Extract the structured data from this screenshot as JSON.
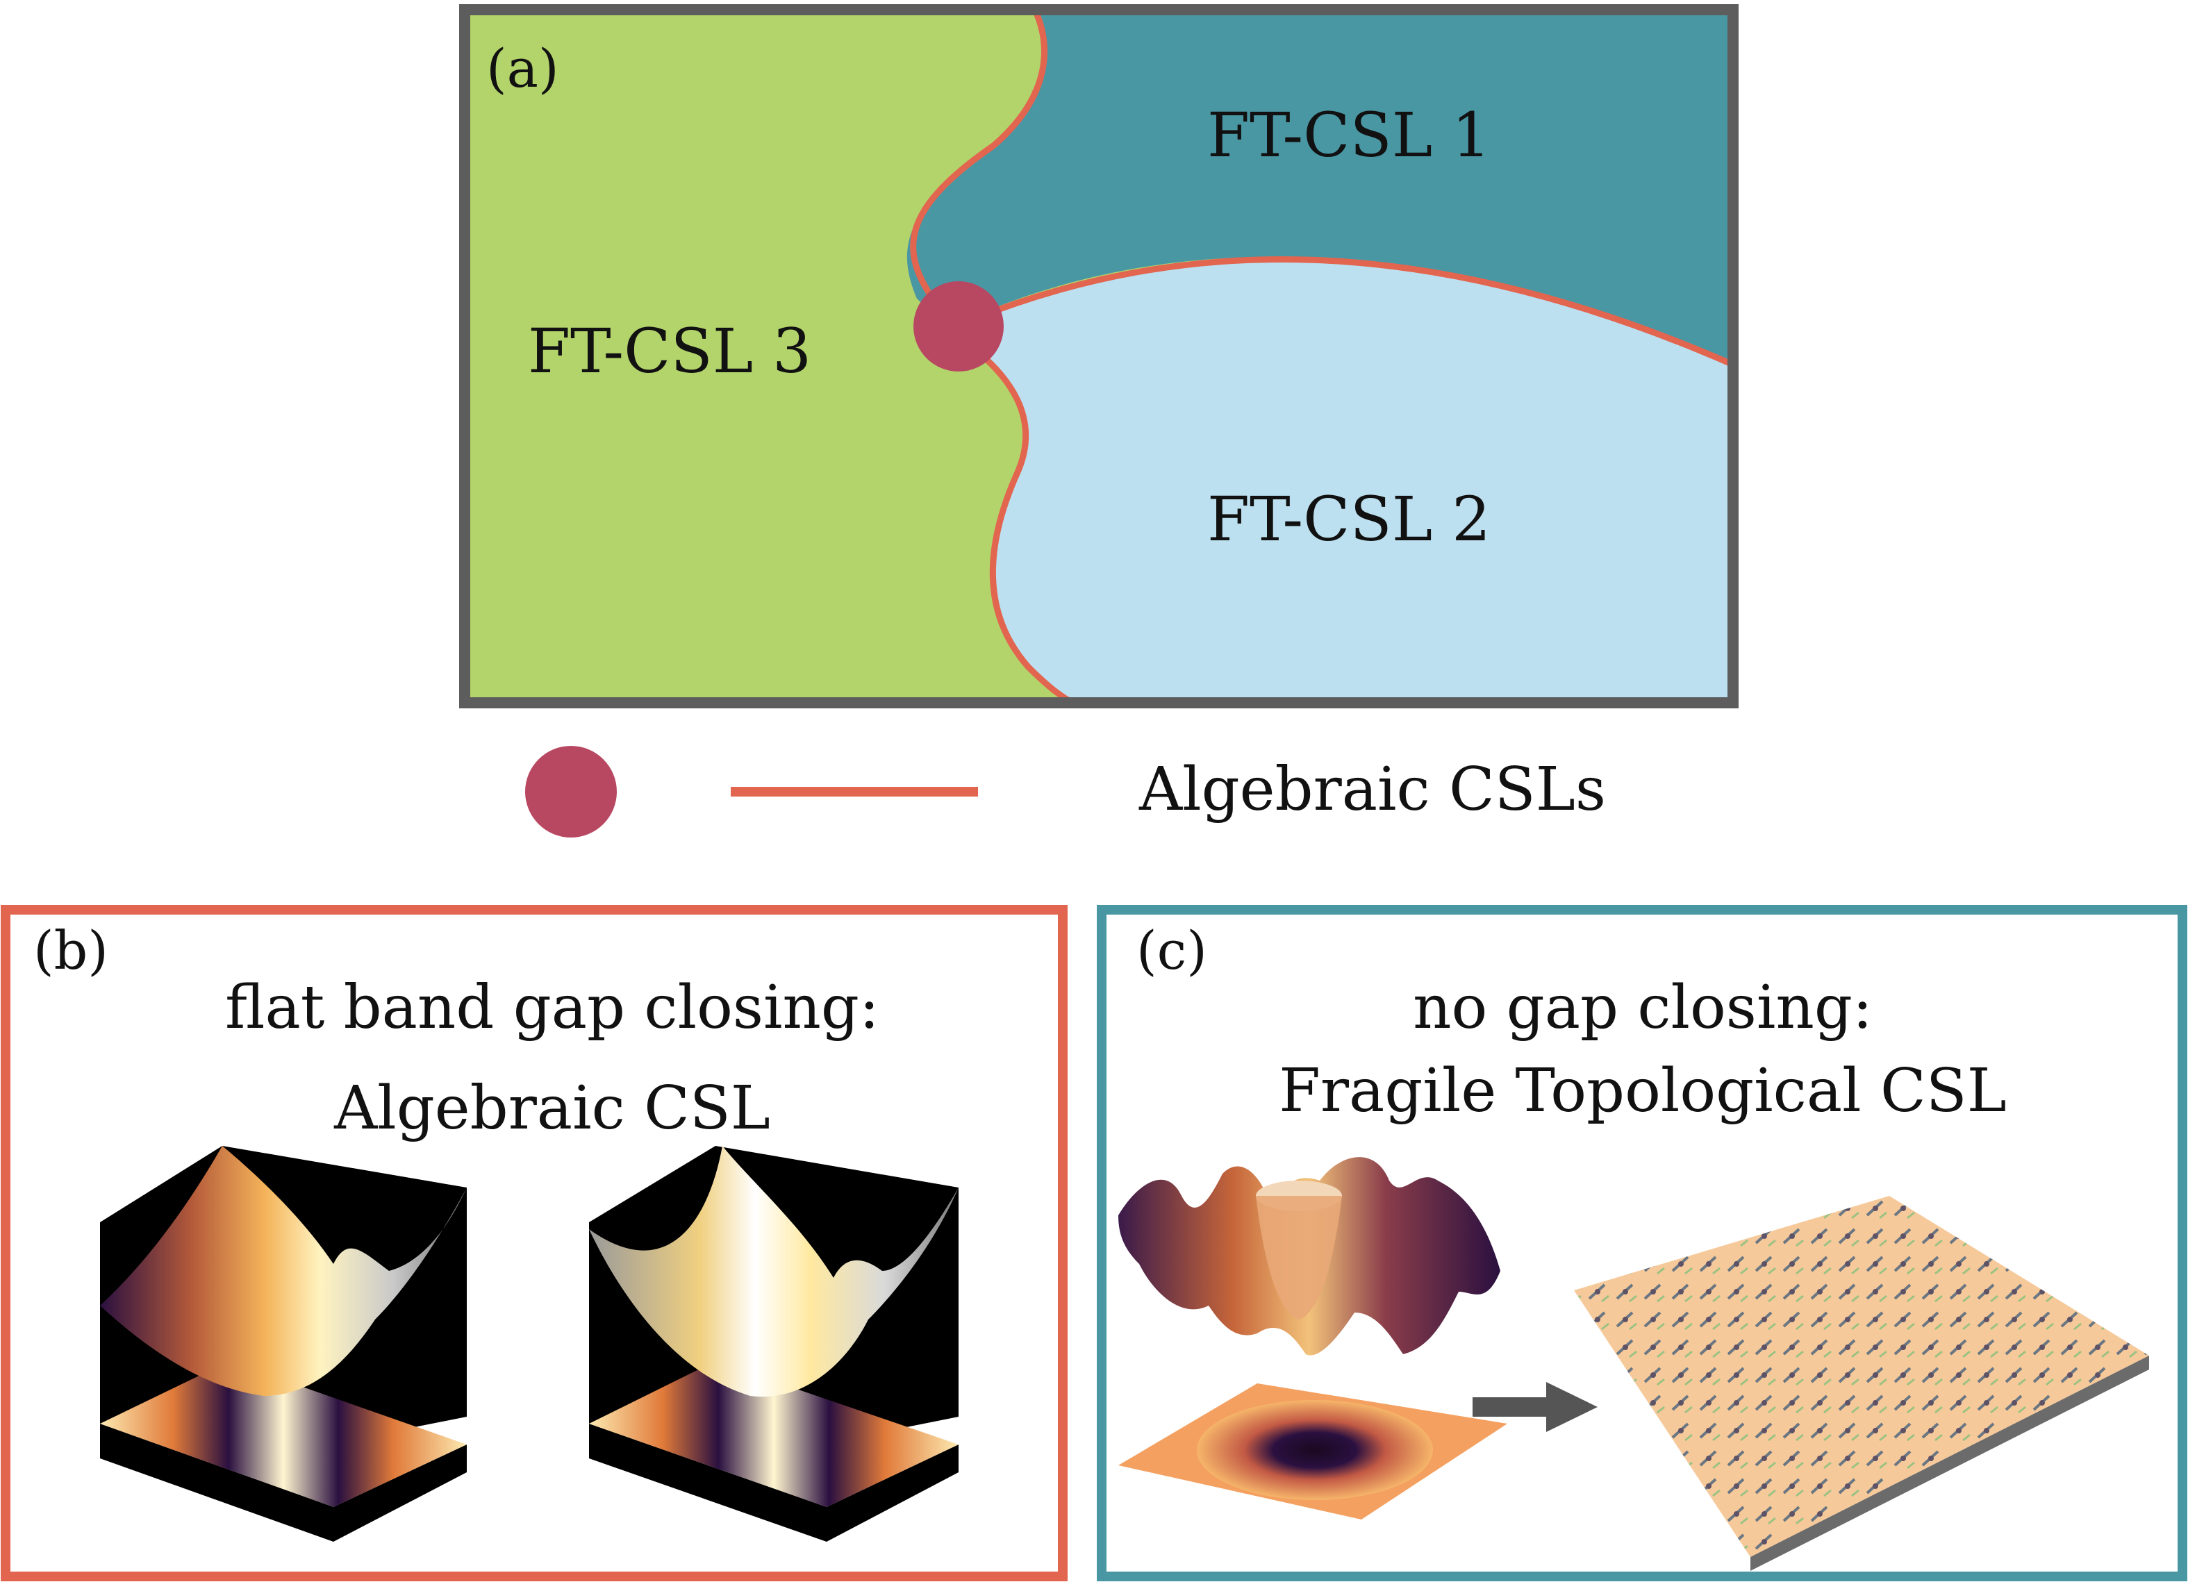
{
  "panel_a": {
    "tag": "(a)",
    "regions": {
      "csl1": "FT-CSL 1",
      "csl2": "FT-CSL 2",
      "csl3": "FT-CSL 3"
    },
    "colors": {
      "green": "#b3d36b",
      "teal": "#4a97a4",
      "lightblue": "#bde0f0",
      "boundary": "#e2654f",
      "point": "#b84862",
      "frame": "#5d5d5d"
    }
  },
  "legend": {
    "label": "Algebraic CSLs"
  },
  "panel_b": {
    "tag": "(b)",
    "line1": "flat band gap closing:",
    "line2": "Algebraic CSL",
    "border_color": "#e2654f"
  },
  "panel_c": {
    "tag": "(c)",
    "line1": "no gap closing:",
    "line2": "Fragile Topological CSL",
    "border_color": "#4a97a4"
  }
}
